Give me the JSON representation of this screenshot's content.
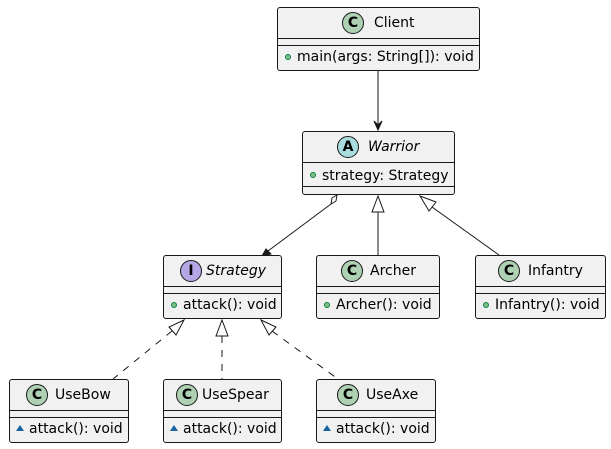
{
  "colors": {
    "class_badge": "#add1b2",
    "abstract_badge": "#a9dcdf",
    "interface_badge": "#b4a7e5",
    "box_fill": "#f1f1f1",
    "line": "#181818"
  },
  "classes": {
    "client": {
      "badge": "C",
      "name": "Client",
      "kind": "class",
      "member": "main(args: String[]): void",
      "visibility": "public"
    },
    "warrior": {
      "badge": "A",
      "name": "Warrior",
      "kind": "abstract",
      "member": "strategy: Strategy",
      "visibility": "public"
    },
    "strategy": {
      "badge": "I",
      "name": "Strategy",
      "kind": "interface",
      "member": "attack(): void",
      "visibility": "public"
    },
    "archer": {
      "badge": "C",
      "name": "Archer",
      "kind": "class",
      "member": "Archer(): void",
      "visibility": "public"
    },
    "infantry": {
      "badge": "C",
      "name": "Infantry",
      "kind": "class",
      "member": "Infantry(): void",
      "visibility": "public"
    },
    "usebow": {
      "badge": "C",
      "name": "UseBow",
      "kind": "class",
      "member": "attack(): void",
      "visibility": "package"
    },
    "usespear": {
      "badge": "C",
      "name": "UseSpear",
      "kind": "class",
      "member": "attack(): void",
      "visibility": "package"
    },
    "useaxe": {
      "badge": "C",
      "name": "UseAxe",
      "kind": "class",
      "member": "attack(): void",
      "visibility": "package"
    }
  },
  "relations": [
    {
      "from": "client",
      "to": "warrior",
      "type": "association"
    },
    {
      "from": "warrior",
      "to": "strategy",
      "type": "aggregation"
    },
    {
      "from": "archer",
      "to": "warrior",
      "type": "inheritance"
    },
    {
      "from": "infantry",
      "to": "warrior",
      "type": "inheritance"
    },
    {
      "from": "usebow",
      "to": "strategy",
      "type": "realization"
    },
    {
      "from": "usespear",
      "to": "strategy",
      "type": "realization"
    },
    {
      "from": "useaxe",
      "to": "strategy",
      "type": "realization"
    }
  ]
}
